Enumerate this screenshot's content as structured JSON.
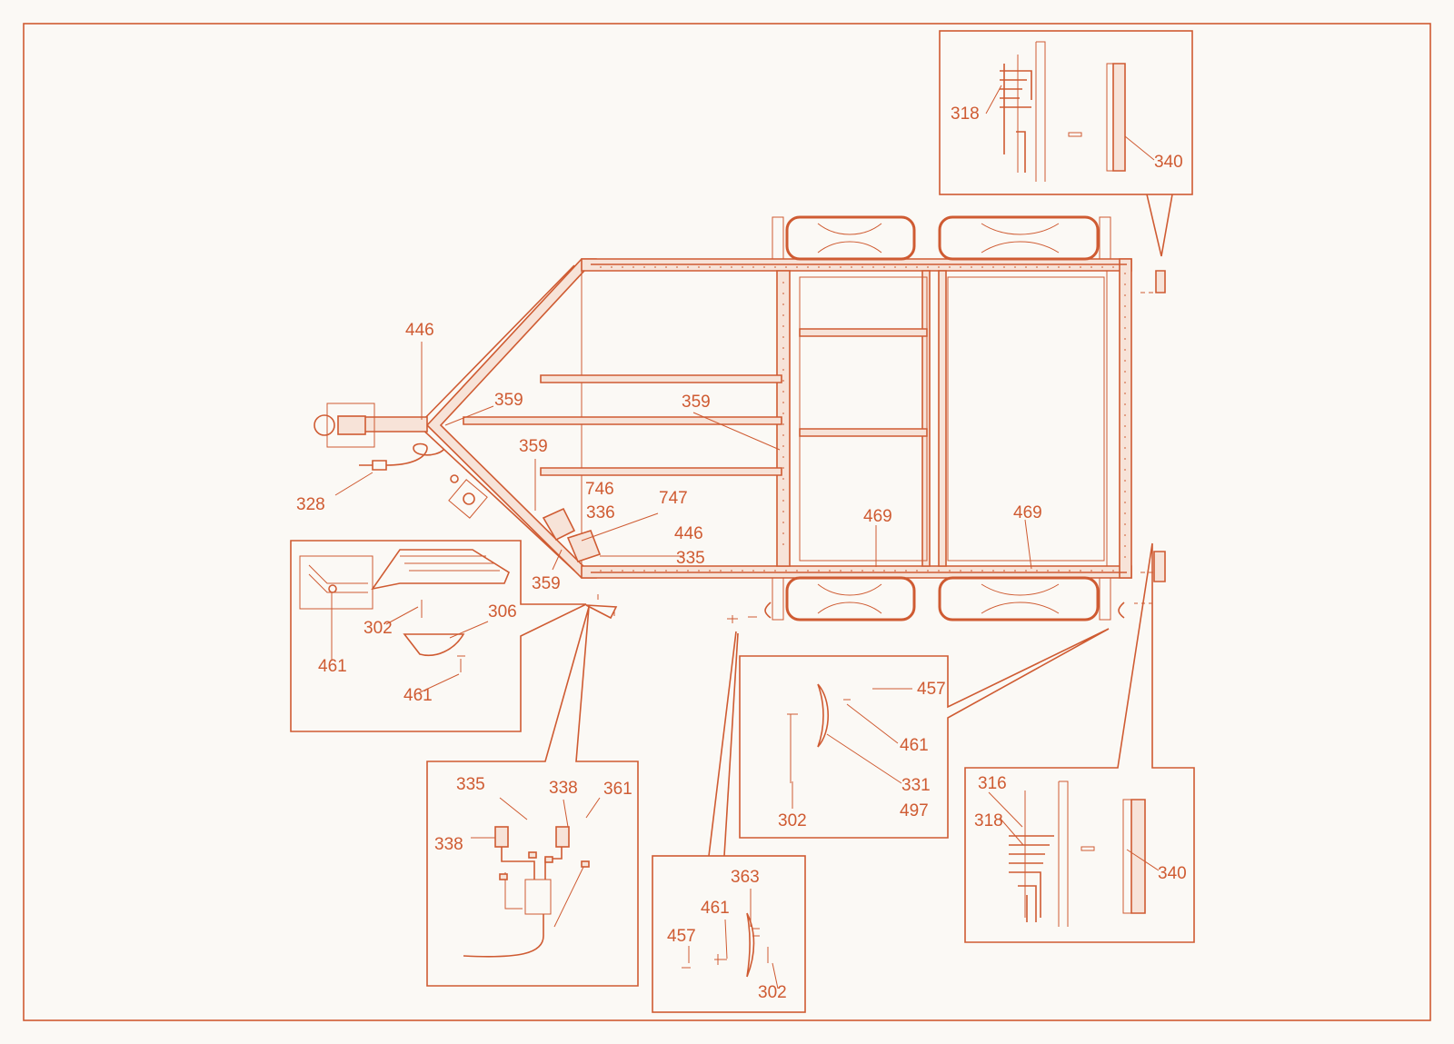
{
  "colors": {
    "line": "#cf5b32",
    "background": "#fbf9f5"
  },
  "main_labels": [
    {
      "id": "446a",
      "text": "446"
    },
    {
      "id": "359a",
      "text": "359"
    },
    {
      "id": "359b",
      "text": "359"
    },
    {
      "id": "359c",
      "text": "359"
    },
    {
      "id": "328",
      "text": "328"
    },
    {
      "id": "746",
      "text": "746"
    },
    {
      "id": "747",
      "text": "747"
    },
    {
      "id": "336",
      "text": "336"
    },
    {
      "id": "446b",
      "text": "446"
    },
    {
      "id": "335",
      "text": "335"
    },
    {
      "id": "359d",
      "text": "359"
    },
    {
      "id": "469a",
      "text": "469"
    },
    {
      "id": "469b",
      "text": "469"
    }
  ],
  "detail_tail_light_top": {
    "labels": [
      "318",
      "340"
    ]
  },
  "detail_front_marker": {
    "labels": [
      "461",
      "302",
      "306",
      "461"
    ]
  },
  "detail_wiring": {
    "labels": [
      "335",
      "338",
      "361",
      "338"
    ]
  },
  "detail_fender_light": {
    "labels": [
      "457",
      "461",
      "331",
      "497",
      "302"
    ]
  },
  "detail_side_marker": {
    "labels": [
      "363",
      "461",
      "457",
      "302"
    ]
  },
  "detail_tail_light_bottom": {
    "labels": [
      "316",
      "318",
      "340"
    ]
  }
}
